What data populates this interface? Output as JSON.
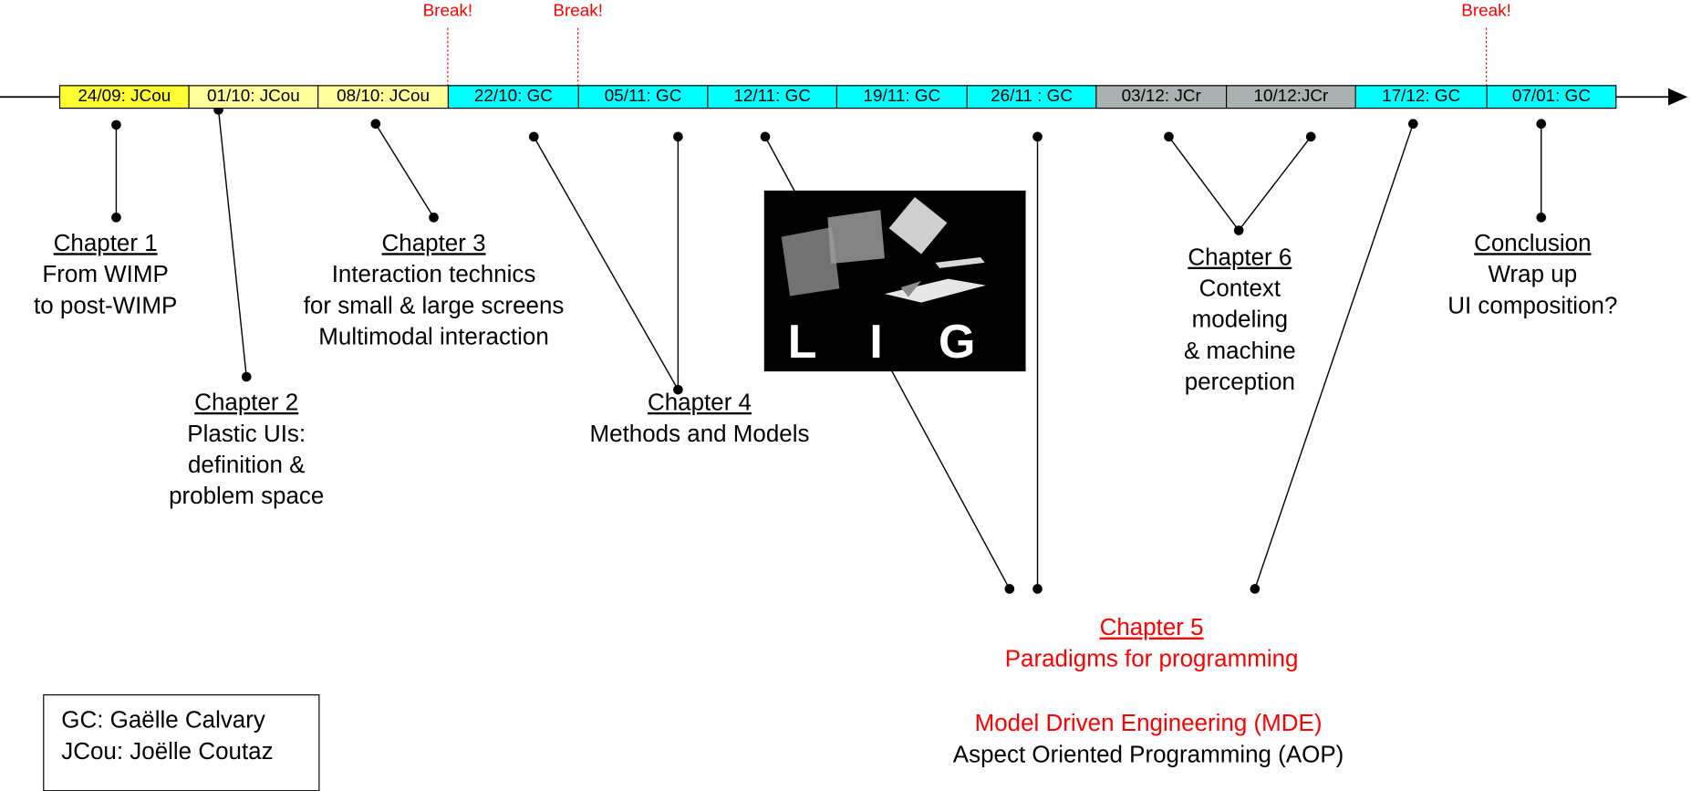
{
  "timeline": {
    "cells": [
      {
        "label": "24/09: JCou",
        "color": "#ffff33"
      },
      {
        "label": "01/10: JCou",
        "color": "#ffff99"
      },
      {
        "label": "08/10: JCou",
        "color": "#ffff99"
      },
      {
        "label": "22/10: GC",
        "color": "#00ffff"
      },
      {
        "label": "05/11: GC",
        "color": "#00ffff"
      },
      {
        "label": "12/11: GC",
        "color": "#00ffff"
      },
      {
        "label": "19/11: GC",
        "color": "#00ffff"
      },
      {
        "label": "26/11 : GC",
        "color": "#00ffff"
      },
      {
        "label": "03/12: JCr",
        "color": "#a9b1b1"
      },
      {
        "label": "10/12:JCr",
        "color": "#a9b1b1"
      },
      {
        "label": "17/12: GC",
        "color": "#00ffff"
      },
      {
        "label": "07/01: GC",
        "color": "#00ffff"
      }
    ],
    "breaks": [
      "Break!",
      "Break!",
      "Break!"
    ]
  },
  "chapters": {
    "ch1": {
      "heading": "Chapter 1",
      "lines": [
        "From WIMP",
        "to post-WIMP"
      ]
    },
    "ch2": {
      "heading": "Chapter 2",
      "lines": [
        "Plastic UIs:",
        "definition &",
        "problem space"
      ]
    },
    "ch3": {
      "heading": "Chapter 3",
      "lines": [
        "Interaction technics",
        "for small & large screens",
        "Multimodal interaction"
      ]
    },
    "ch4": {
      "heading": "Chapter 4",
      "lines": [
        "Methods and Models"
      ]
    },
    "ch5": {
      "heading": "Chapter 5",
      "lines": [
        "Paradigms for programming"
      ]
    },
    "ch6": {
      "heading": "Chapter 6",
      "lines": [
        "Context",
        "modeling",
        "& machine",
        "perception"
      ]
    },
    "conclusion": {
      "heading": "Conclusion",
      "lines": [
        "Wrap up",
        "UI composition?"
      ]
    }
  },
  "chapter5_extra": [
    "Model Driven Engineering (MDE)",
    "Aspect Oriented Programming (AOP)"
  ],
  "legend": [
    "GC: Gaëlle Calvary",
    "JCou: Joëlle Coutaz"
  ],
  "logo": {
    "letters": [
      "L",
      "I",
      "G"
    ]
  },
  "colors": {
    "accent_red": "#ff0000",
    "axis": "#000000"
  }
}
